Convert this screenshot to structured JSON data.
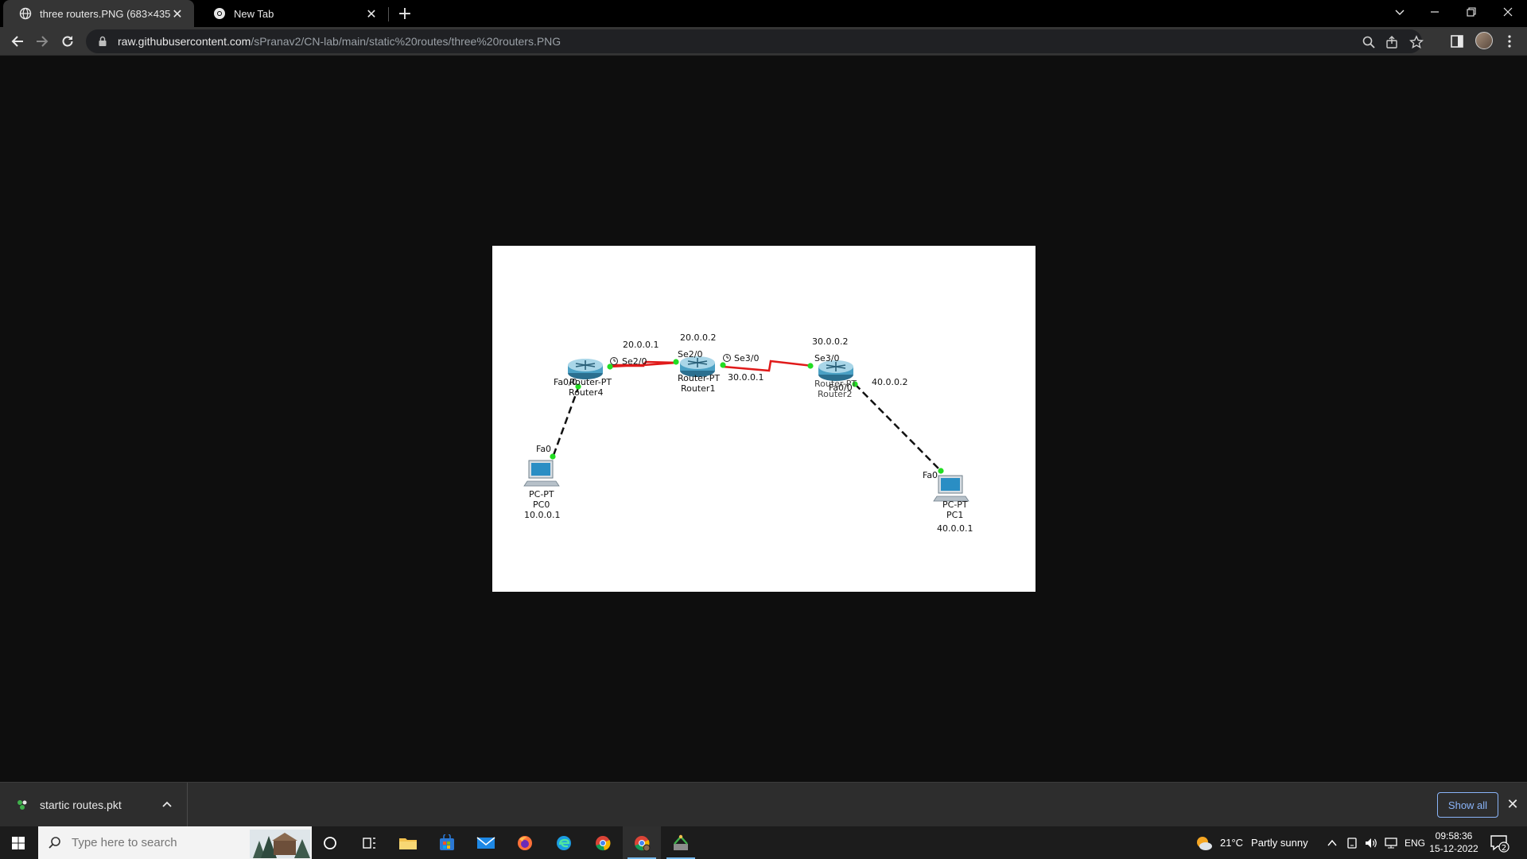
{
  "browser": {
    "tabs": [
      {
        "title": "three routers.PNG (683×435)",
        "active": true
      },
      {
        "title": "New Tab",
        "active": false
      }
    ],
    "url_host": "raw.githubusercontent.com",
    "url_path": "/sPranav2/CN-lab/main/static%20routes/three%20routers.PNG"
  },
  "diagram": {
    "labels": {
      "r4_type": "Router-PT",
      "r4_name": "Router4",
      "r4_fa": "Fa0/0",
      "r4_se": "Se2/0",
      "r4_ip": "20.0.0.1",
      "r1_type": "Router-PT",
      "r1_name": "Router1",
      "r1_se2": "Se2/0",
      "r1_se3": "Se3/0",
      "r1_ip2": "20.0.0.2",
      "r1_ip3": "30.0.0.1",
      "r2_type": "Router-PT",
      "r2_name": "Router2",
      "r2_se": "Se3/0",
      "r2_fa": "Fa0/0",
      "r2_ip3": "30.0.0.2",
      "r2_ip4": "40.0.0.2",
      "pc0_type": "PC-PT",
      "pc0_name": "PC0",
      "pc0_fa": "Fa0",
      "pc0_ip": "10.0.0.1",
      "pc1_type": "PC-PT",
      "pc1_name": "PC1",
      "pc1_fa": "Fa0",
      "pc1_ip": "40.0.0.1"
    }
  },
  "downloads": {
    "file_name": "startic routes.pkt",
    "show_all": "Show all"
  },
  "taskbar": {
    "search_placeholder": "Type here to search",
    "weather_temp": "21°C",
    "weather_text": "Partly sunny",
    "language": "ENG",
    "time": "09:58:36",
    "date": "15-12-2022",
    "notification_count": "2"
  },
  "colors": {
    "serial_link": "#e01a1a",
    "link_up": "#22dd22",
    "accent": "#8ab4f8"
  }
}
